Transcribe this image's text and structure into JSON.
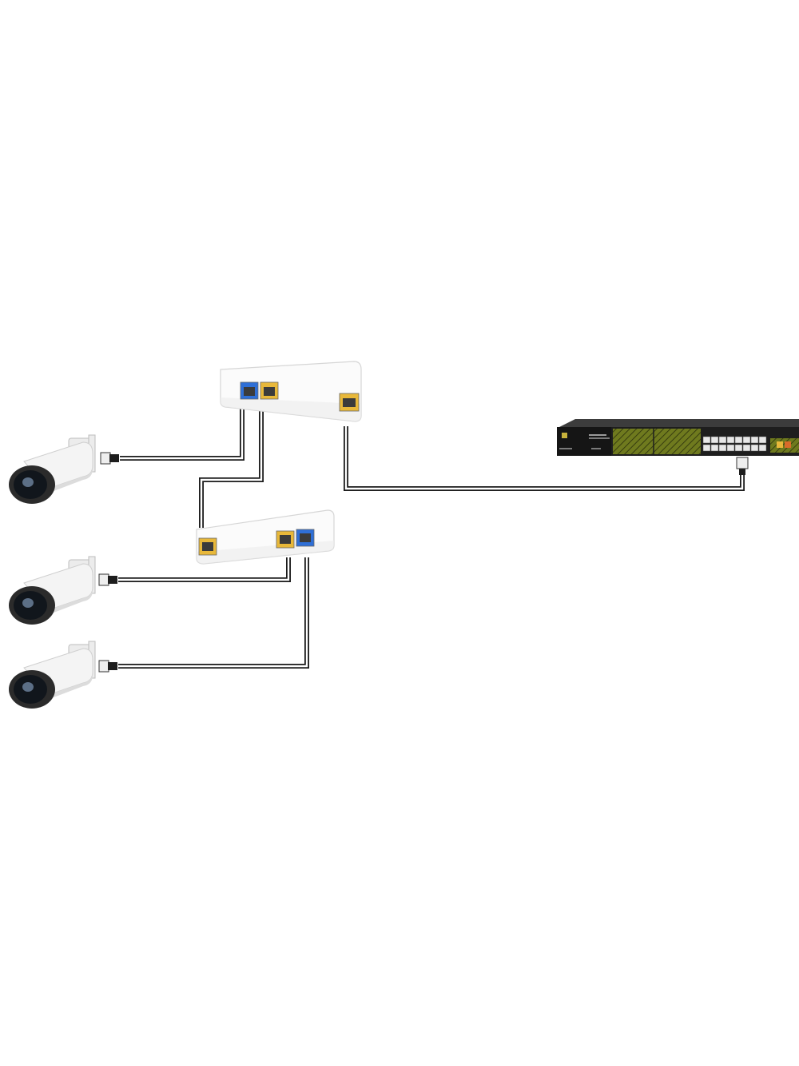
{
  "diagram": {
    "nodes": [
      {
        "id": "camera-1",
        "kind": "camera"
      },
      {
        "id": "camera-2",
        "kind": "camera"
      },
      {
        "id": "camera-3",
        "kind": "camera"
      },
      {
        "id": "splitter-top",
        "kind": "poe-splitter"
      },
      {
        "id": "splitter-bottom",
        "kind": "poe-splitter"
      },
      {
        "id": "poe-switch",
        "kind": "network-switch"
      }
    ],
    "edges": [
      {
        "from": "poe-switch",
        "to": "splitter-top"
      },
      {
        "from": "splitter-top",
        "to": "camera-1"
      },
      {
        "from": "splitter-top",
        "to": "splitter-bottom"
      },
      {
        "from": "splitter-bottom",
        "to": "camera-2"
      },
      {
        "from": "splitter-bottom",
        "to": "camera-3"
      }
    ],
    "colors": {
      "port_blue": "#2f6fd6",
      "port_yellow": "#e8b83a",
      "switch_body": "#1e1e1e",
      "switch_accent": "#6f7a1e",
      "cable": "#1a1a1a"
    }
  }
}
